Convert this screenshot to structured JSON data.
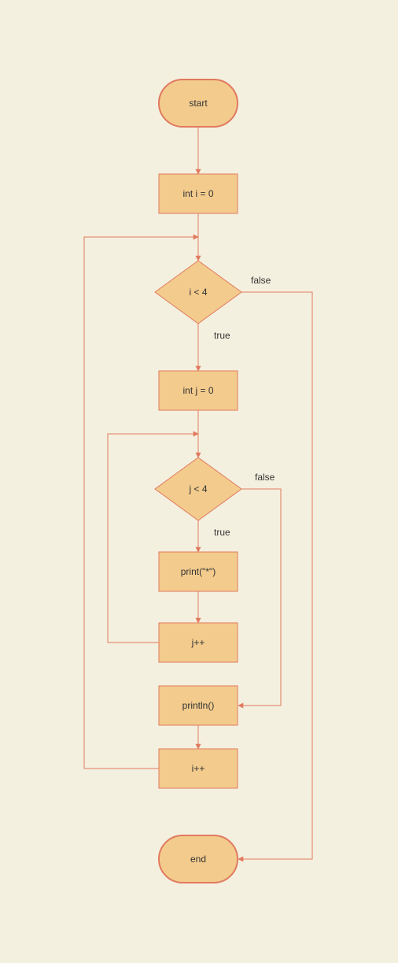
{
  "colors": {
    "background": "#f4f0df",
    "node_fill": "#f3cb8d",
    "node_stroke": "#e07a5f",
    "edge": "#e07a5f",
    "text": "#333333"
  },
  "nodes": {
    "start": "start",
    "init_i": "int i = 0",
    "cond_i": "i < 4",
    "init_j": "int j = 0",
    "cond_j": "j < 4",
    "print_star": "print(\"*\")",
    "inc_j": "j++",
    "println": "println()",
    "inc_i": "i++",
    "end": "end"
  },
  "edge_labels": {
    "cond_i_false": "false",
    "cond_i_true": "true",
    "cond_j_false": "false",
    "cond_j_true": "true"
  }
}
